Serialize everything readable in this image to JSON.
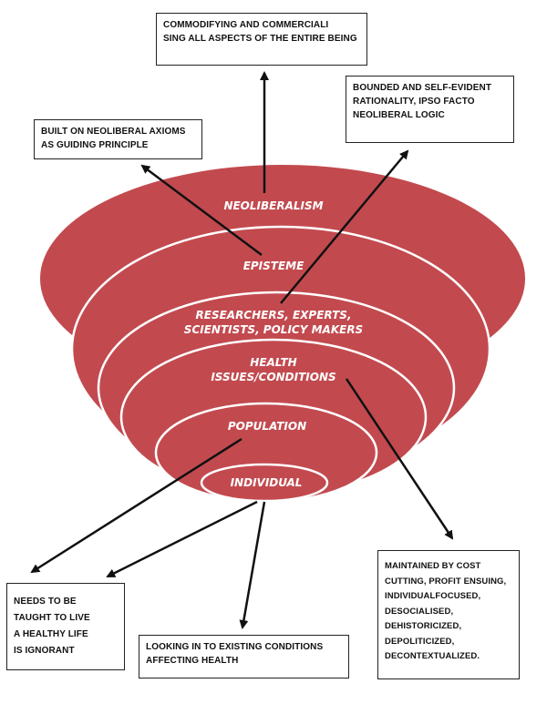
{
  "colors": {
    "layer_fill": "#c24a4f",
    "layer_stroke": "#ffffff",
    "background": "#ffffff",
    "arrow": "#111111"
  },
  "layers": {
    "neoliberalism": "NEOLIBERALISM",
    "episteme": "EPISTEME",
    "researchers_line1": "RESEARCHERS, EXPERTS,",
    "researchers_line2": "SCIENTISTS, POLICY MAKERS",
    "health_line1": "HEALTH",
    "health_line2": "ISSUES/CONDITIONS",
    "population": "POPULATION",
    "individual": "INDIVIDUAL"
  },
  "boxes": {
    "commodifying": "COMMODIFYING AND COMMERCIALI\nSING ALL ASPECTS OF THE ENTIRE BEING",
    "bounded": "BOUNDED AND SELF-EVIDENT\nRATIONALITY, IPSO FACTO\nNEOLIBERAL LOGIC",
    "built": "BUILT ON NEOLIBERAL AXIOMS\nAS GUIDING PRINCIPLE",
    "maintained": "MAINTAINED BY COST\nCUTTING, PROFIT ENSUING,\nINDIVIDUALFOCUSED,\nDESOCIALISED,\nDEHISTORICIZED,\nDEPOLITICIZED,\nDECONTEXTUALIZED.",
    "needs": "NEEDS TO BE\nTAUGHT TO LIVE\nA HEALTHY LIFE\nIS IGNORANT",
    "looking": "LOOKING IN TO EXISTING CONDITIONS\nAFFECTING HEALTH"
  }
}
